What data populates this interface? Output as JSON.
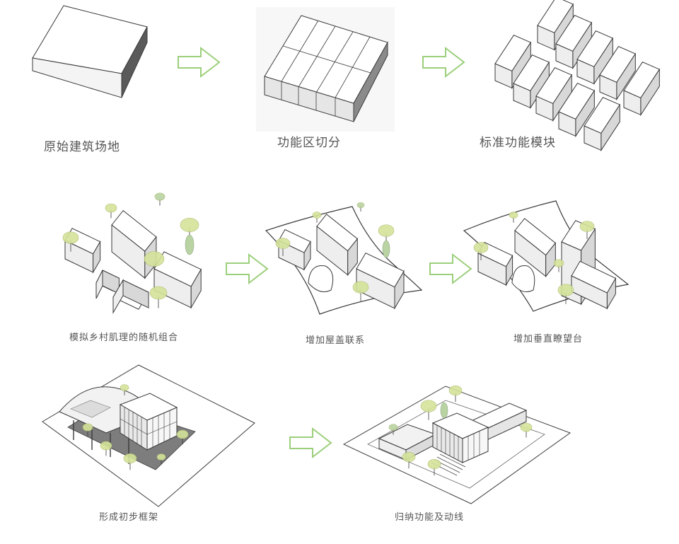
{
  "colors": {
    "line": "#3a3a3a",
    "face_top": "#ffffff",
    "face_side": "#eeeeee",
    "face_dark": "#d8d8d8",
    "arrow": "#9ccf7b",
    "tree": "#d4e39a",
    "tree_alt": "#b9d3a2",
    "ground": "#7d7d7d"
  },
  "steps": [
    {
      "label": "原始建筑场地"
    },
    {
      "label": "功能区切分"
    },
    {
      "label": "标准功能模块"
    },
    {
      "label": "模拟乡村肌理的随机组合"
    },
    {
      "label": "增加屋盖联系"
    },
    {
      "label": "增加垂直瞭望台"
    },
    {
      "label": "形成初步框架"
    },
    {
      "label": "归纳功能及动线"
    }
  ],
  "arrows": [
    {
      "icon": "right-arrow-icon"
    },
    {
      "icon": "right-arrow-icon"
    },
    {
      "icon": "right-arrow-icon"
    },
    {
      "icon": "right-arrow-icon"
    },
    {
      "icon": "right-arrow-icon"
    }
  ]
}
